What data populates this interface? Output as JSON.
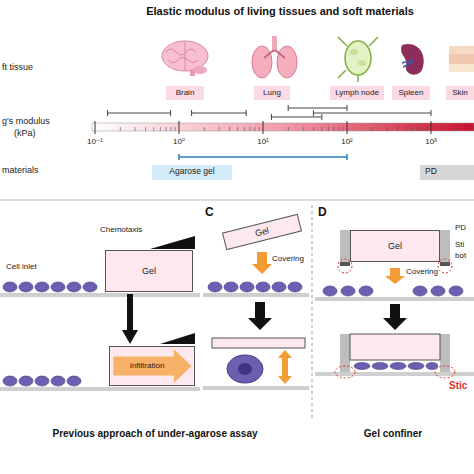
{
  "diagram": {
    "title": "Elastic modulus of living tissues and soft materials",
    "nodes": [
      {
        "text": [
          "Brain"
        ]
      },
      {
        "text": [
          "Lung"
        ]
      },
      {
        "text": [
          "Lymph node"
        ]
      },
      {
        "text": [
          "Spleen"
        ]
      },
      {
        "text": [
          "Skin"
        ]
      },
      {
        "text": [
          "Agarose gel"
        ]
      },
      {
        "text": [
          "PD"
        ]
      },
      {
        "text": [
          "Gel"
        ]
      },
      {
        "text": [
          "Gel"
        ]
      },
      {
        "text": [
          "Gel"
        ]
      },
      {
        "text": [
          "Infiltration"
        ]
      }
    ],
    "edges": [
      {
        "from": 7,
        "to": 10,
        "arrow": "to"
      }
    ],
    "labels": [
      "ft tissue",
      "g's modulus",
      "(kPa)",
      "materials",
      "10⁻¹",
      "10⁰",
      "10¹",
      "10²",
      "10³",
      "Chemotaxis",
      "Cell inlet",
      "C",
      "Covering",
      "D",
      "PD",
      "Sti",
      "bot",
      "Covering",
      "Stic",
      "Previous approach of under-agarose assay",
      "Gel confiner"
    ]
  }
}
